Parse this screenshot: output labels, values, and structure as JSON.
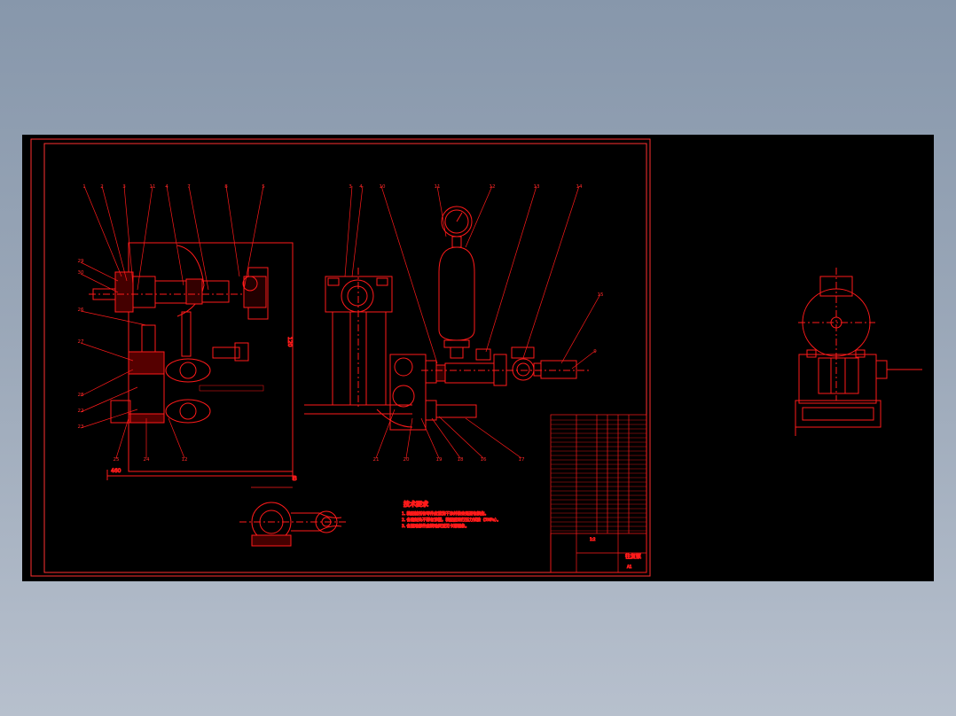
{
  "colors": {
    "background": "#000000",
    "stroke": "#ff1a1a",
    "frame": "#ff3030",
    "desk": "#8d9bae"
  },
  "balloons_top_left": [
    "1",
    "2",
    "3",
    "11",
    "4",
    "7",
    "8",
    "5"
  ],
  "balloons_top_right": [
    "3",
    "4",
    "10",
    "11",
    "12",
    "13",
    "14"
  ],
  "balloons_left": [
    "29",
    "30",
    "26",
    "27",
    "28",
    "22",
    "23"
  ],
  "balloons_bottom_left": [
    "25",
    "24",
    "12"
  ],
  "balloons_bottom_right": [
    "21",
    "20",
    "19",
    "18",
    "16",
    "17"
  ],
  "balloon_right": [
    "15",
    "9"
  ],
  "dimension_bottom": "460",
  "dimension_side": "120",
  "section_label": "B",
  "tech_req": {
    "title": "技术要求",
    "lines": [
      "1. 装配前所有零件应清洗干净并检查是否有损伤。",
      "2. 各密封处不得有渗漏，装配后进行压力试验（5MPa）。",
      "3. 各运动部件应转动灵活无卡滞现象。"
    ]
  },
  "title_block": {
    "name": "往复泵",
    "scale": "1:2",
    "sheet": "A1"
  }
}
